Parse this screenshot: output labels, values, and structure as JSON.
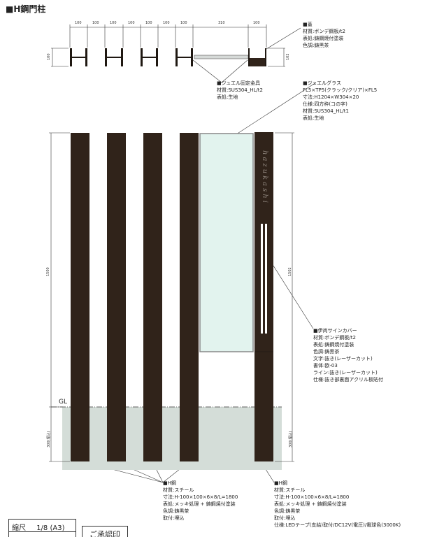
{
  "title": "■H鋼門柱",
  "plan_dimensions": [
    "100",
    "100",
    "100",
    "100",
    "100",
    "100",
    "100",
    "310",
    "100"
  ],
  "plan_height_left": "100",
  "plan_height_right": "102",
  "elevation_height_left": "1500",
  "elevation_height_right": "1502",
  "embed_left": "300(埋込)",
  "embed_right": "300(埋込)",
  "gl_label": "GL",
  "sign_lettering": "hazukashi",
  "notes": {
    "cover": [
      "■蓋",
      "材質:ボンデ鋼板/t2",
      "表処:鋳鋼焼付塗装",
      "色調:鋳黒茶"
    ],
    "jewel_fixing": [
      "■ジュエル固定金具",
      "材質:SUS304_HL/t2",
      "表処:生地"
    ],
    "jewel_glass": [
      "■ジュエルグラス",
      "FL5×TP5(クラック/クリア)×FL5",
      "寸法:H1204×W304×20",
      "仕様:四方枠(コの字)",
      "材質:SUS304_HL/t1",
      "表処:生地"
    ],
    "sign_cover": [
      "■伊尚サインカバー",
      "材質:ボンデ鋼板/t2",
      "表処:鋳鋼焼付塗装",
      "色調:鋳黒茶",
      "文字:抜き(レーザーカット)",
      "書体:欧-03",
      "ライン:抜き(レーザーカット)",
      "仕様:抜き部裏面アクリル板貼付"
    ],
    "h_steel_1": [
      "■H鋼",
      "材質:スチール",
      "寸法:H-100×100×6×8/L=1800",
      "表処:メッキ処理 + 鋳鋼焼付塗装",
      "色調:鋳黒茶",
      "取付:埋込"
    ],
    "h_steel_2": [
      "■H鋼",
      "材質:スチール",
      "寸法:H-100×100×6×8/L=1800",
      "表処:メッキ処理 + 鋳鋼焼付塗装",
      "色調:鋳黒茶",
      "取付:埋込",
      "仕様:LEDテープ(支給)取付/DC12V(電圧)/電球色(3000K)"
    ]
  },
  "scale_label": "縮尺",
  "scale_value": "1/8 (A3)",
  "approval_label": "ご承認印",
  "colors": {
    "post": "#30231a",
    "glass": "#e2f3ee",
    "ground": "#d4ddd8"
  }
}
